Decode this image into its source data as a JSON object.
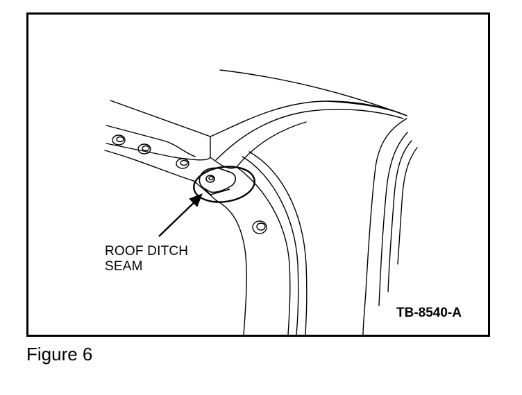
{
  "figure": {
    "callout_line_1": "ROOF DITCH",
    "callout_line_2": "SEAM",
    "reference_code": "TB-8540-A",
    "caption": "Figure 6"
  },
  "colors": {
    "ink": "#000000",
    "paper": "#ffffff"
  }
}
